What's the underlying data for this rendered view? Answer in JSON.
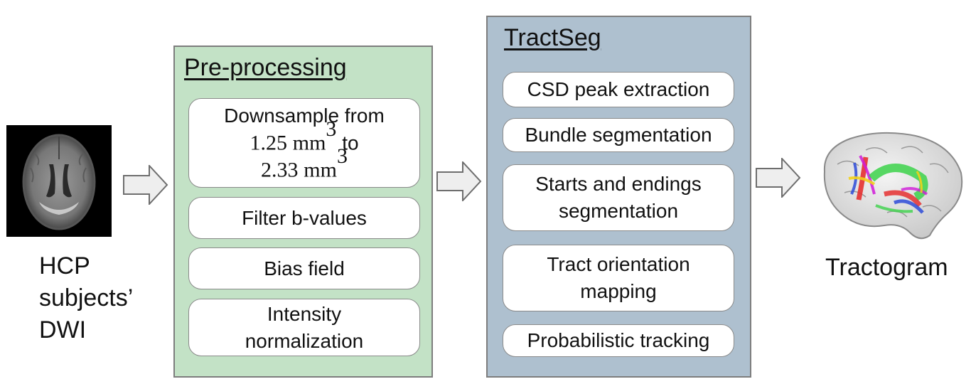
{
  "input": {
    "label": "HCP\nsubjects’\nDWI"
  },
  "preprocessing": {
    "title": "Pre-processing",
    "downsample": {
      "line1": "Downsample from",
      "from_value": "1.25",
      "from_unit": "mm",
      "to_word": "to",
      "to_value": "2.33",
      "to_unit": "mm",
      "exponent": "3"
    },
    "steps": [
      "Filter b-values",
      "Bias field",
      "Intensity\nnormalization"
    ]
  },
  "tractseg": {
    "title": "TractSeg",
    "steps": [
      "CSD peak extraction",
      "Bundle segmentation",
      "Starts and endings\nsegmentation",
      "Tract orientation\nmapping",
      "Probabilistic tracking"
    ]
  },
  "output": {
    "label": "Tractogram"
  },
  "colors": {
    "preprocessing_bg": "#c3e2c6",
    "tractseg_bg": "#aec0cf",
    "arrow_fill": "#eeeeee",
    "border": "#7d7d7d"
  }
}
